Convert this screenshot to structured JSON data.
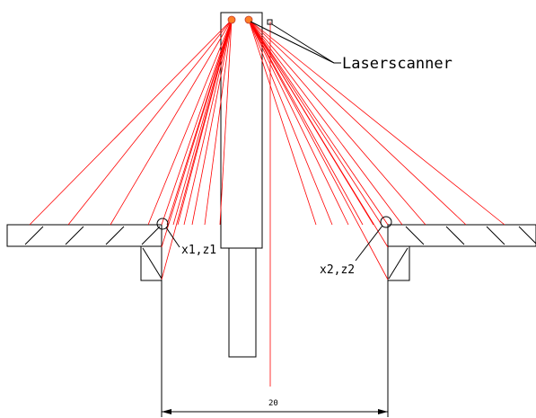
{
  "labels": {
    "scanner": "Laserscanner",
    "left_point": "x1,z1",
    "right_point": "x2,z2",
    "dimension": "20"
  },
  "colors": {
    "beam": "#ff0000",
    "scanner": "#ff7f27",
    "line": "#000000"
  },
  "icons": [
    "laser-scanner-icon",
    "measurement-point-icon"
  ]
}
